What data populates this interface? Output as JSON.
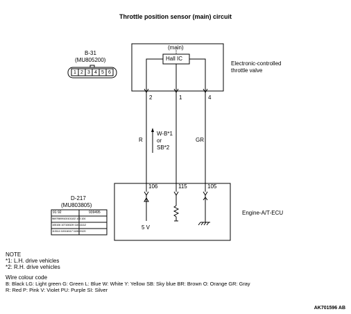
{
  "title": "Throttle position sensor (main) circuit",
  "valve": {
    "main_label": "(main)",
    "ic_label": "Hall IC",
    "name_line1": "Electronic-controlled",
    "name_line2": "throttle valve",
    "pins": [
      "2",
      "1",
      "4"
    ]
  },
  "connector_b31": {
    "id": "B-31",
    "part": "(MU805200)",
    "pins": [
      "1",
      "2",
      "3",
      "4",
      "5",
      "6"
    ]
  },
  "wires": {
    "left_colour": "R",
    "right_colour": "GR",
    "mid_line1": "W-B*1",
    "mid_line2": "or",
    "mid_line3": "SB*2"
  },
  "ecu": {
    "name": "Engine-A/T-ECU",
    "pins": [
      "106",
      "115",
      "105"
    ],
    "supply": "5 V"
  },
  "connector_d217": {
    "id": "D-217",
    "part": "(MU803805)",
    "row1": [
      "91",
      "92",
      "93",
      "94",
      "95"
    ],
    "row2": [
      "96",
      "97",
      "98",
      "99",
      "100",
      "101",
      "102",
      "103",
      "104"
    ],
    "row3": [
      "105",
      "106",
      "107",
      "108",
      "109",
      "110",
      "111",
      "112"
    ],
    "row4": [
      "113",
      "114",
      "115",
      "116",
      "117",
      "118",
      "119",
      "120"
    ]
  },
  "notes": {
    "heading": "NOTE",
    "line1": "*1: L.H. drive vehicles",
    "line2": "*2: R.H. drive vehicles"
  },
  "wire_code": {
    "heading": "Wire colour code",
    "line1": "B: Black  LG: Light green  G: Green  L: Blue  W: White  Y: Yellow  SB: Sky blue  BR: Brown  O: Orange  GR: Gray",
    "line2": "R: Red  P: Pink  V: Violet  PU: Purple  SI: Silver"
  },
  "figure_id": "AK701596 AB"
}
